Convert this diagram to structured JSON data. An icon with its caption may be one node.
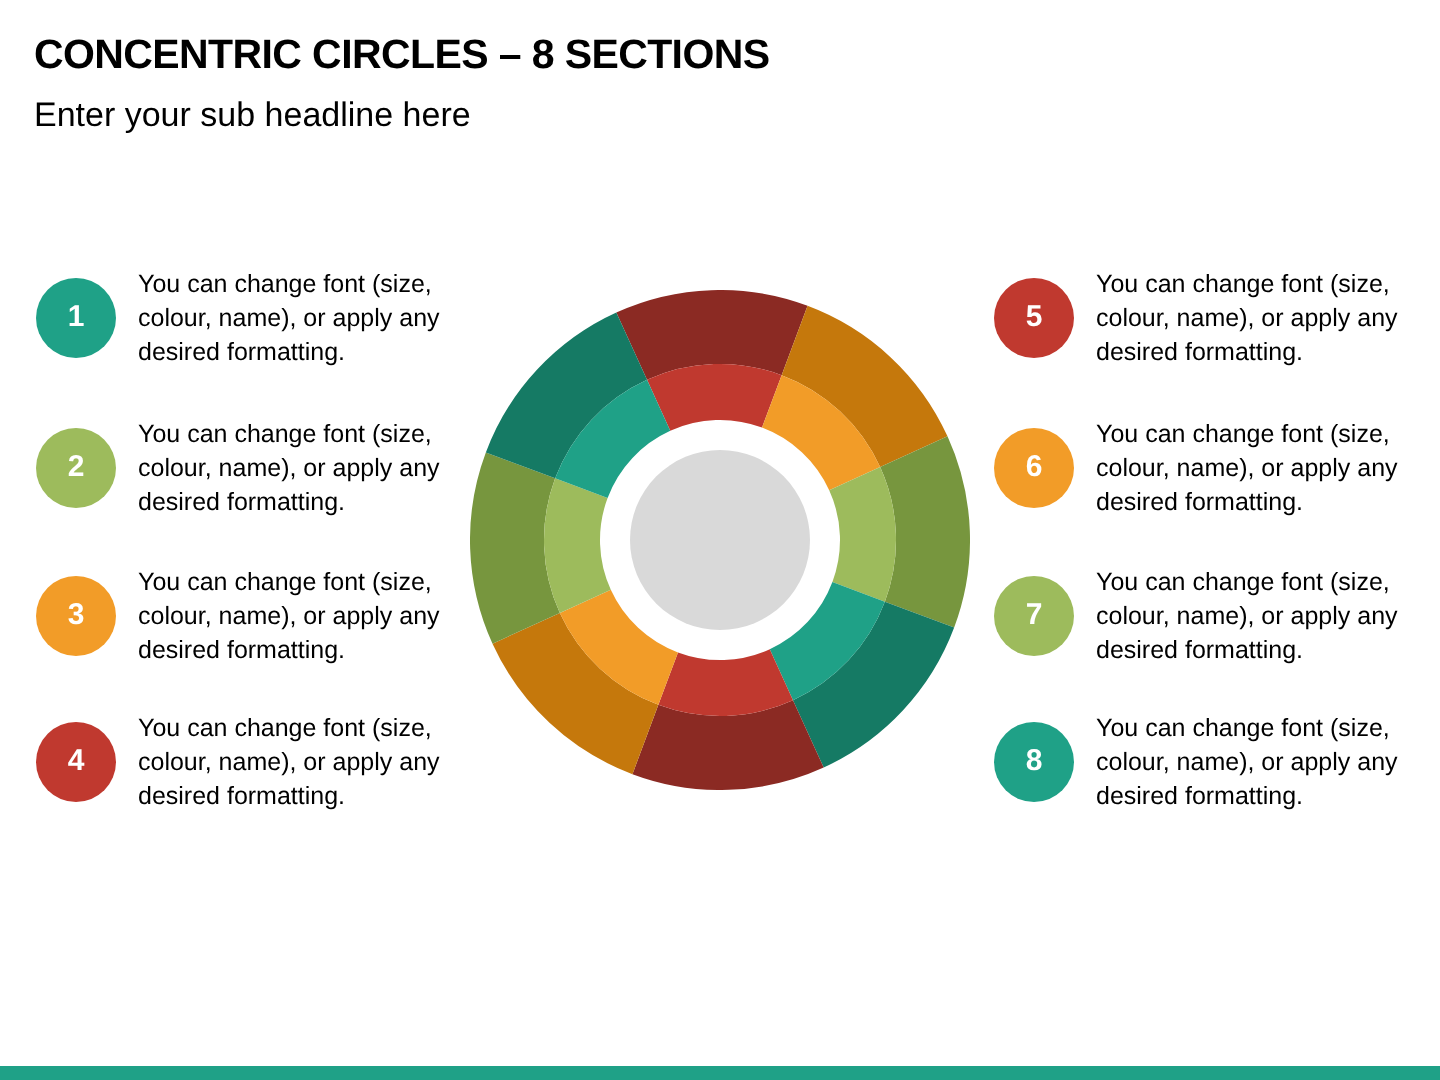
{
  "diagram": {
    "title": "CONCENTRIC CIRCLES – 8 SECTIONS",
    "nodes": [
      {
        "text": [
          "1"
        ],
        "beside": [
          "You can change font (size, colour, name), or apply any desired formatting."
        ]
      },
      {
        "text": [
          "2"
        ],
        "beside": [
          "You can change font (size, colour, name), or apply any desired formatting."
        ]
      },
      {
        "text": [
          "3"
        ],
        "beside": [
          "You can change font (size, colour, name), or apply any desired formatting."
        ]
      },
      {
        "text": [
          "4"
        ],
        "beside": [
          "You can change font (size, colour, name), or apply any desired formatting."
        ]
      },
      {
        "text": [
          "5"
        ],
        "beside": [
          "You can change font (size, colour, name), or apply any desired formatting."
        ]
      },
      {
        "text": [
          "6"
        ],
        "beside": [
          "You can change font (size, colour, name), or apply any desired formatting."
        ]
      },
      {
        "text": [
          "7"
        ],
        "beside": [
          "You can change font (size, colour, name), or apply any desired formatting."
        ]
      },
      {
        "text": [
          "8"
        ],
        "beside": [
          "You can change font (size, colour, name), or apply any desired formatting."
        ]
      }
    ],
    "labels": [
      "Enter your sub headline here"
    ]
  }
}
